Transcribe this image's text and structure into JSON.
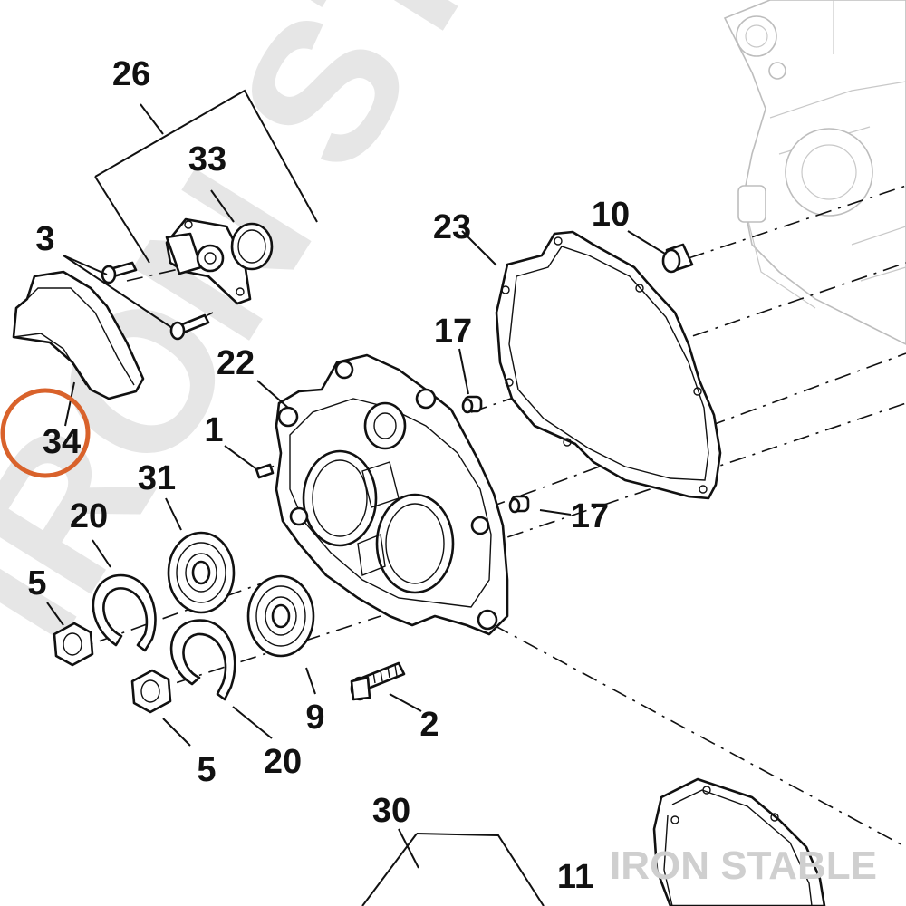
{
  "watermark": {
    "diagonal_text": "IRON ST",
    "brand_text": "IRON STABLE"
  },
  "highlight_color": "#d9622b",
  "callouts": {
    "c26": "26",
    "c33": "33",
    "c3": "3",
    "c23": "23",
    "c10": "10",
    "c17a": "17",
    "c22": "22",
    "c1": "1",
    "c34": "34",
    "c31": "31",
    "c20a": "20",
    "c5a": "5",
    "c17b": "17",
    "c9": "9",
    "c2": "2",
    "c5b": "5",
    "c20b": "20",
    "c30": "30",
    "c11": "11"
  }
}
